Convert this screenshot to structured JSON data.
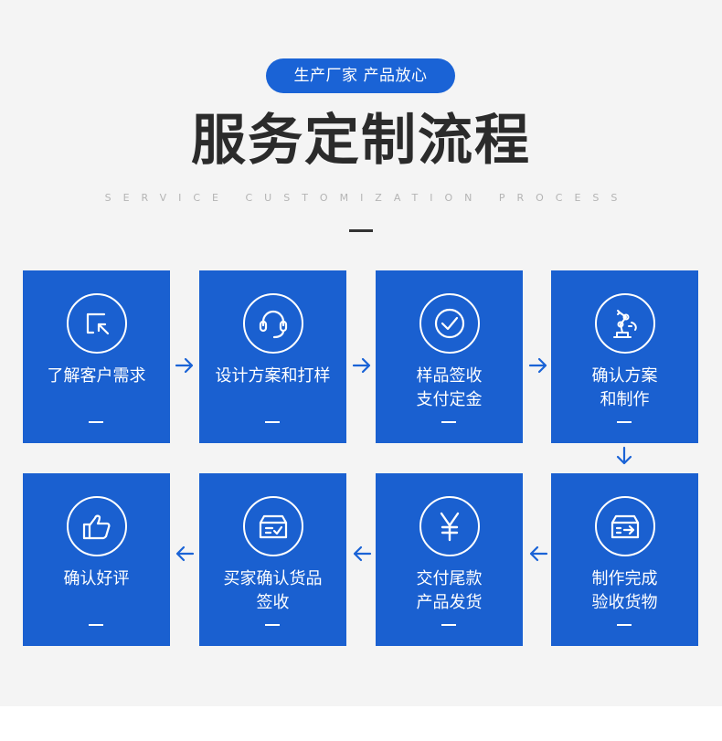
{
  "header": {
    "badge": "生产厂家 产品放心",
    "title": "服务定制流程",
    "subtitle": "SERVICE CUSTOMIZATION PROCESS"
  },
  "steps": [
    {
      "label": "了解客户需求",
      "icon": "cursor-box-icon"
    },
    {
      "label": "设计方案和打样",
      "icon": "headset-icon"
    },
    {
      "label": "样品签收\n支付定金",
      "icon": "check-circle-icon"
    },
    {
      "label": "确认方案\n和制作",
      "icon": "robot-arm-icon"
    },
    {
      "label": "制作完成\n验收货物",
      "icon": "inbox-arrow-icon"
    },
    {
      "label": "交付尾款\n产品发货",
      "icon": "yen-icon"
    },
    {
      "label": "买家确认货品\n签收",
      "icon": "box-check-icon"
    },
    {
      "label": "确认好评",
      "icon": "thumbs-up-icon"
    }
  ],
  "colors": {
    "accent": "#1a63d6",
    "card": "#1a60d0",
    "background": "#f4f4f4",
    "title": "#2b2b2b"
  }
}
